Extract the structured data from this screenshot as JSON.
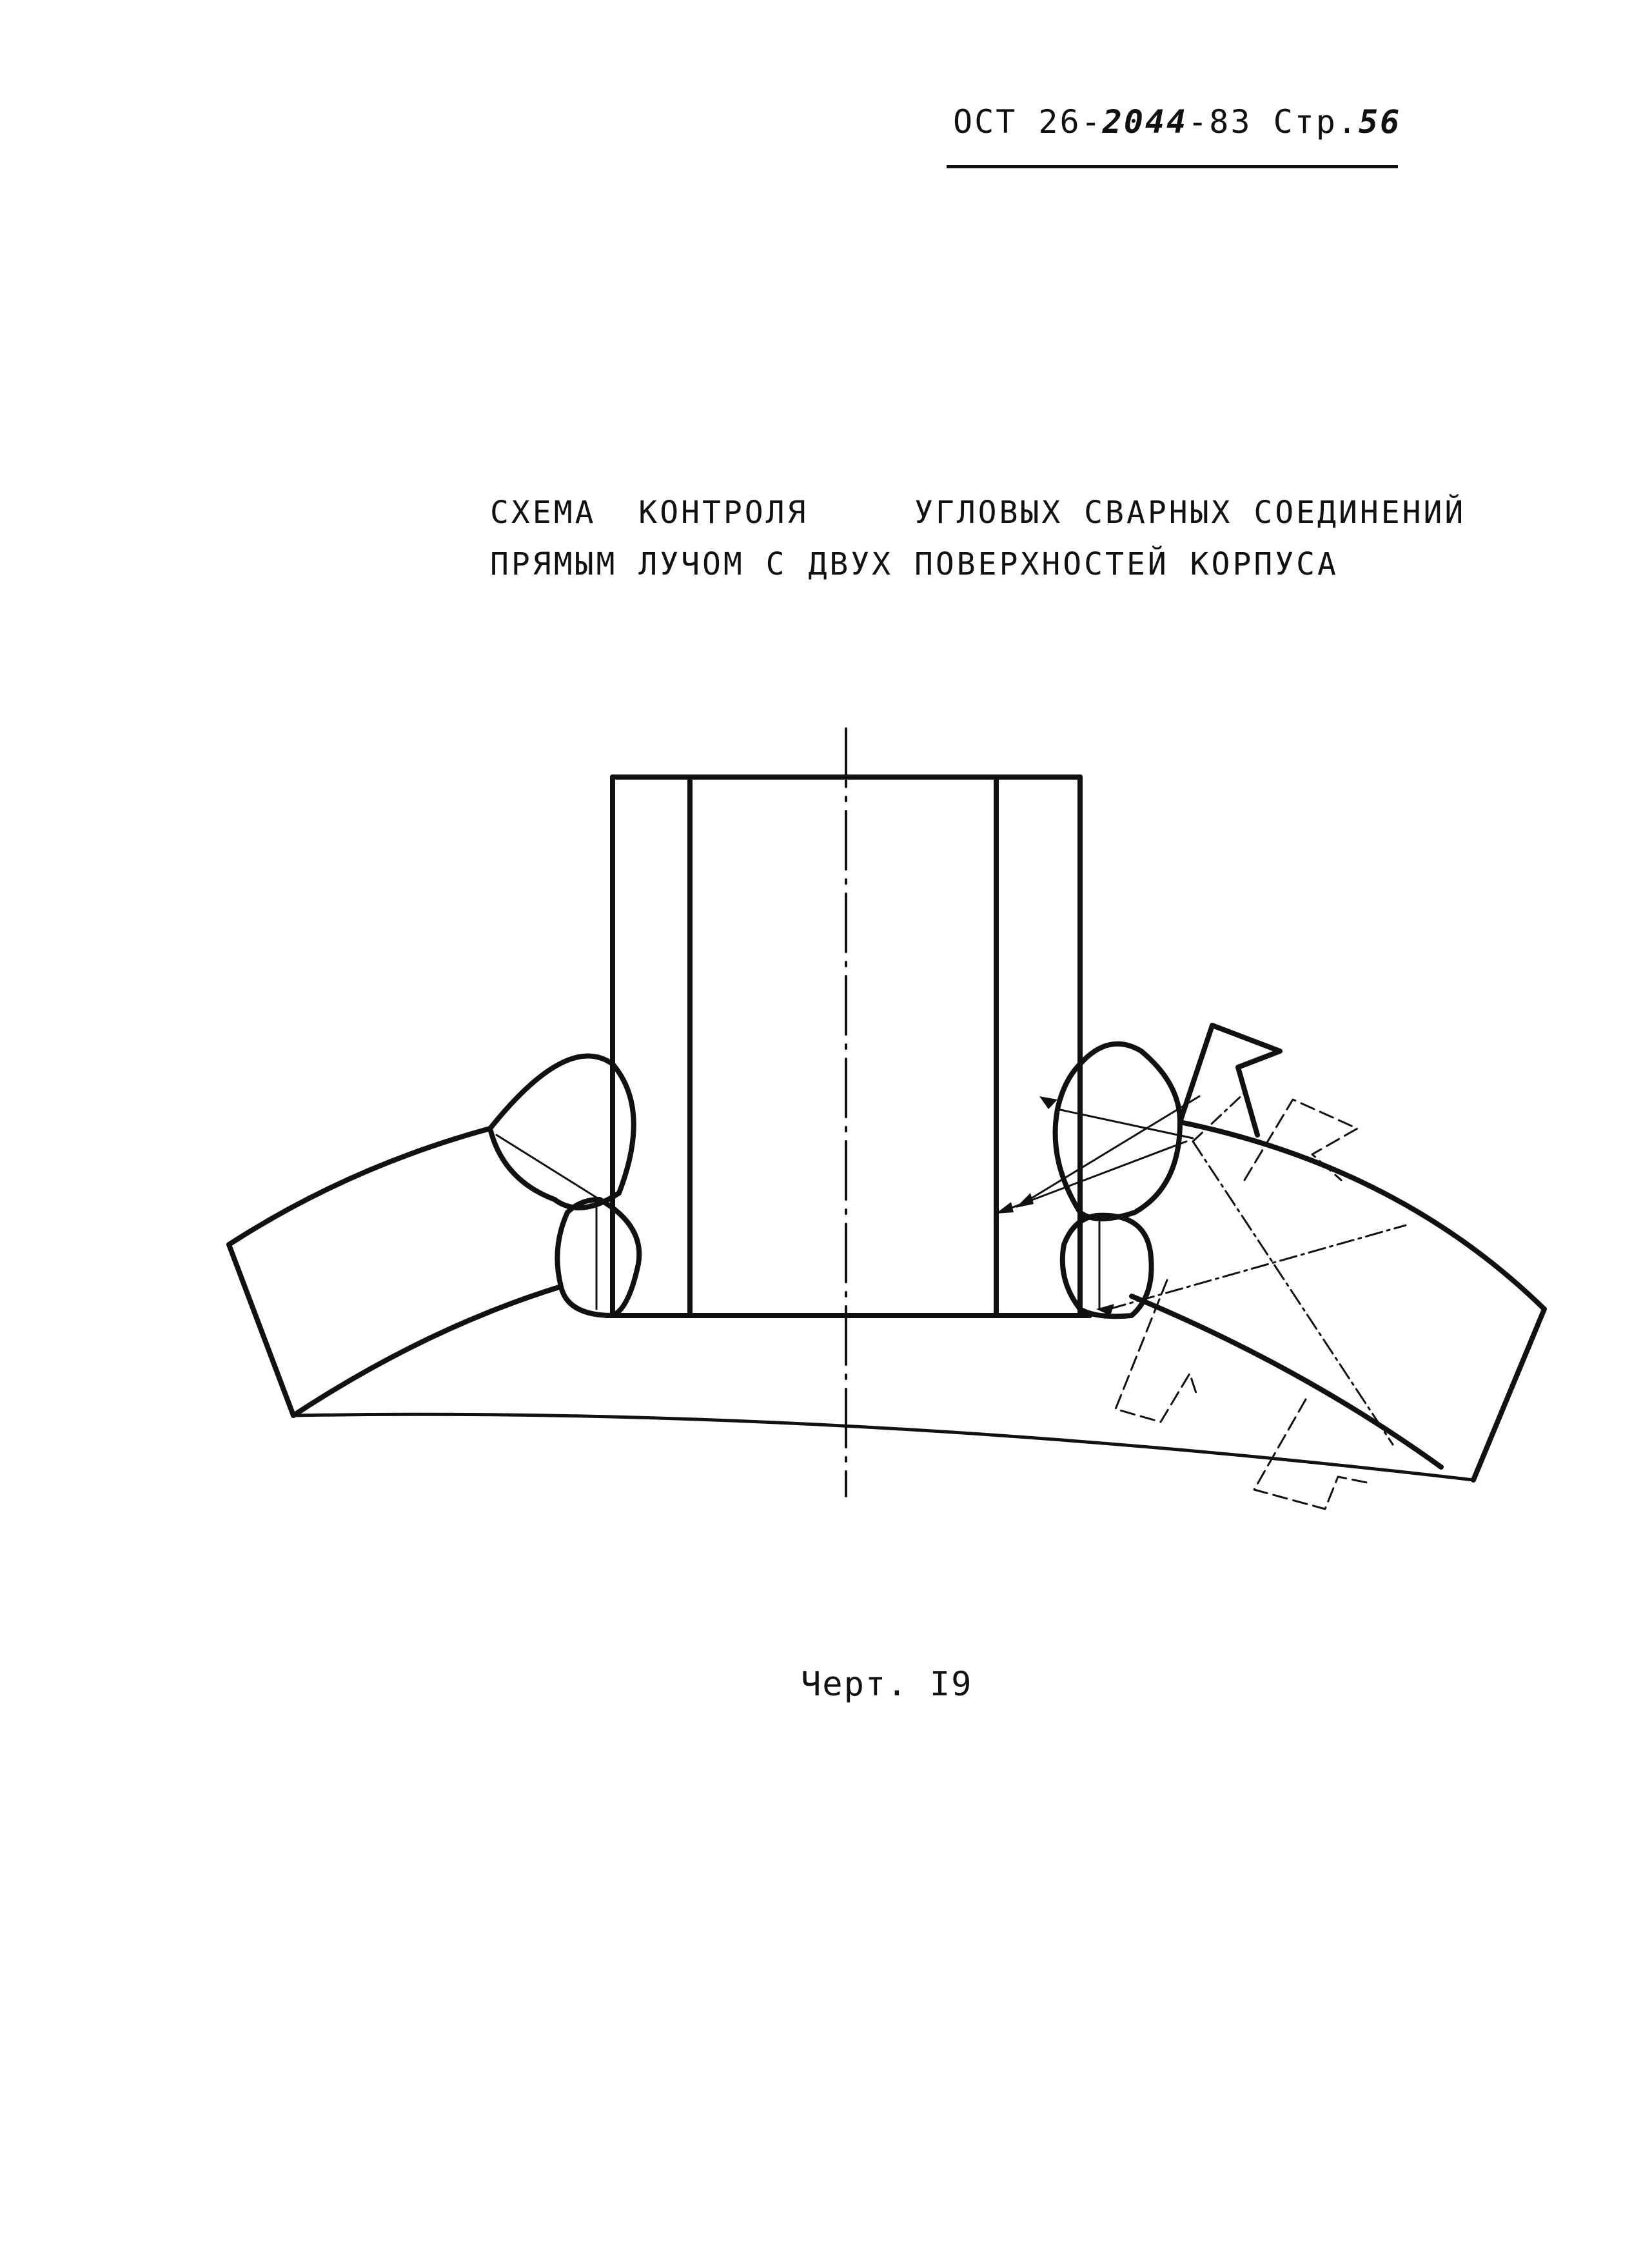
{
  "header": {
    "prefix": "ОСТ 26-",
    "number_handwritten": "2044",
    "suffix": "-83",
    "page_label": "Стр.",
    "page_handwritten": "56"
  },
  "title": {
    "line1": "СХЕМА  КОНТРОЛЯ     УГЛОВЫХ СВАРНЫХ СОЕДИНЕНИЙ",
    "line2": "ПРЯМЫМ ЛУЧОМ С ДВУХ ПОВЕРХНОСТЕЙ КОРПУСА"
  },
  "caption": "Черт. I9",
  "colors": {
    "ink": "#111111",
    "paper": "#ffffff"
  }
}
